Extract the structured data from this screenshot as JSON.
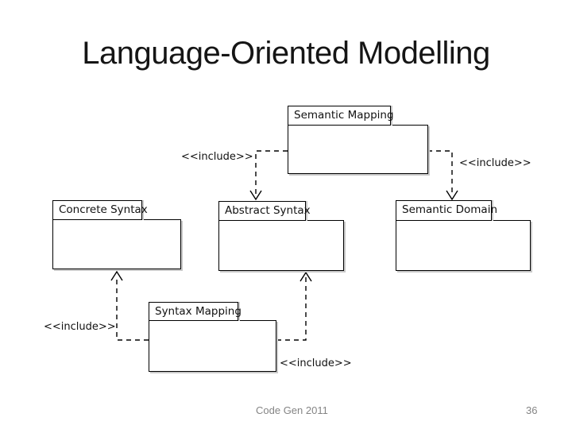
{
  "slide": {
    "title": "Language-Oriented Modelling",
    "footer": "Code Gen 2011",
    "page_number": "36"
  },
  "diagram": {
    "type": "uml-package-diagram",
    "packages": [
      {
        "label": "Semantic Mapping"
      },
      {
        "label": "Concrete Syntax"
      },
      {
        "label": "Abstract Syntax"
      },
      {
        "label": "Semantic Domain"
      },
      {
        "label": "Syntax Mapping"
      }
    ],
    "connectors": [
      {
        "label": "<<include>>",
        "from": "Semantic Mapping",
        "to": "Abstract Syntax",
        "style": "dashed-open-arrow"
      },
      {
        "label": "<<include>>",
        "from": "Semantic Mapping",
        "to": "Semantic Domain",
        "style": "dashed-open-arrow"
      },
      {
        "label": "<<include>>",
        "from": "Syntax Mapping",
        "to": "Concrete Syntax",
        "style": "dashed-open-arrow"
      },
      {
        "label": "<<include>>",
        "from": "Syntax Mapping",
        "to": "Abstract Syntax",
        "style": "dashed-open-arrow"
      }
    ],
    "colors": {
      "stroke": "#000000",
      "fill": "#ffffff",
      "shadow": "#c9c9c9",
      "footer_text": "#848484"
    }
  }
}
